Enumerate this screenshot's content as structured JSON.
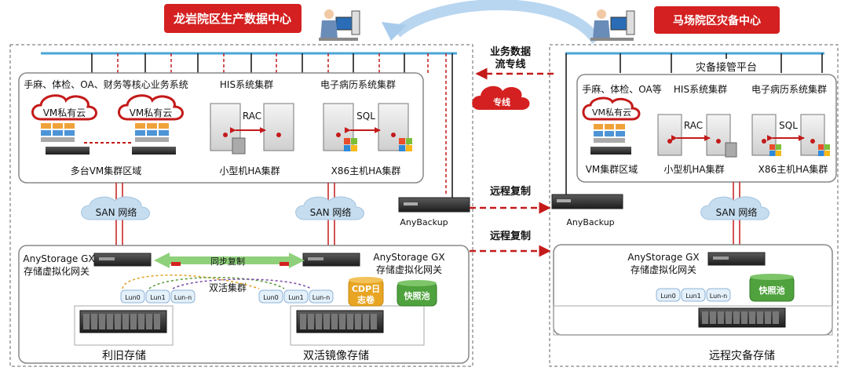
{
  "titles": {
    "left_center": "龙岩院区生产数据中心",
    "right_center": "马场院区灾备中心"
  },
  "links": {
    "business_data_line_1": "业务数据",
    "business_data_line_2": "流专线",
    "dedicated_line": "专线",
    "remote_replication_1": "远程复制",
    "remote_replication_2": "远程复制"
  },
  "left": {
    "core_systems": "手麻、体检、OA、财务等核心业务系统",
    "his_cluster": "HIS系统集群",
    "emr_cluster": "电子病历系统集群",
    "vm_cloud_1": "VM私有云",
    "vm_cloud_2": "VM私有云",
    "vm_cluster_area": "多台VM集群区域",
    "rac": "RAC",
    "sql": "SQL",
    "minicomputer_ha": "小型机HA集群",
    "x86_ha": "X86主机HA集群",
    "san_1": "SAN 网络",
    "san_2": "SAN 网络",
    "anybackup": "AnyBackup",
    "gateway_left_line1": "AnyStorage GX",
    "gateway_left_line2": "存储虚拟化网关",
    "gateway_right_line1": "AnyStorage GX",
    "gateway_right_line2": "存储虚拟化网关",
    "sync_replication": "同步复制",
    "active_active": "双活集群",
    "luns": [
      "Lun0",
      "Lun1",
      "Lun-n"
    ],
    "cdp_line1": "CDP日",
    "cdp_line2": "志卷",
    "snapshot_pool": "快照池",
    "legacy_storage": "利旧存储",
    "mirror_storage": "双活镜像存储"
  },
  "right": {
    "takeover_platform": "灾备接管平台",
    "systems": "手麻、体检、OA等",
    "his_cluster": "HIS系统集群",
    "emr_cluster": "电子病历系统集群",
    "vm_cloud": "VM私有云",
    "vm_cluster_area": "VM集群区域",
    "rac": "RAC",
    "sql": "SQL",
    "minicomputer_ha": "小型机HA集群",
    "x86_ha": "X86主机HA集群",
    "san": "SAN 网络",
    "anybackup": "AnyBackup",
    "gateway_line1": "AnyStorage GX",
    "gateway_line2": "存储虚拟化网关",
    "luns": [
      "Lun0",
      "Lun1",
      "Lun-n"
    ],
    "snapshot_pool": "快照池",
    "remote_dr_storage": "远程灾备存储"
  },
  "colors": {
    "title_red": "#d42020",
    "link_red": "#c41a1a",
    "network_blue": "#4aa6d8",
    "cloud_blue": "#c5ddef",
    "snapshot_green": "#4fa23d",
    "cdp_orange": "#e39a1c",
    "sync_green": "#8fd07a"
  }
}
